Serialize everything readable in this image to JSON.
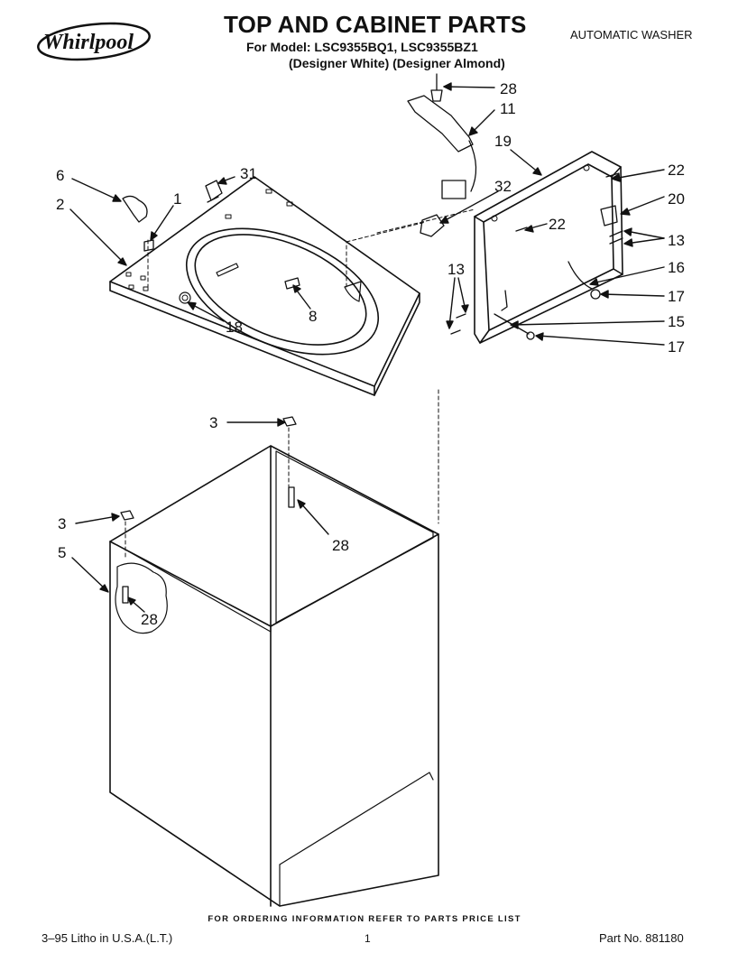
{
  "brand": "Whirlpool",
  "header": {
    "title": "TOP AND CABINET PARTS",
    "models": "For Model: LSC9355BQ1, LSC9355BZ1",
    "colors": "(Designer White)  (Designer Almond)",
    "category": "AUTOMATIC WASHER"
  },
  "callouts": {
    "c28a": "28",
    "c11": "11",
    "c19": "19",
    "c22a": "22",
    "c20": "20",
    "c22b": "22",
    "c13a": "13",
    "c16": "16",
    "c17a": "17",
    "c15": "15",
    "c17b": "17",
    "c13b": "13",
    "c32": "32",
    "c6": "6",
    "c31": "31",
    "c1": "1",
    "c2": "2",
    "c18": "18",
    "c8": "8",
    "c3a": "3",
    "c28b": "28",
    "c3b": "3",
    "c5": "5",
    "c28c": "28"
  },
  "footer": {
    "ordering_note": "FOR ORDERING INFORMATION REFER TO PARTS PRICE LIST",
    "litho": "3–95 Litho in U.S.A.(L.T.)",
    "page": "1",
    "part_no": "Part No. 881180"
  }
}
